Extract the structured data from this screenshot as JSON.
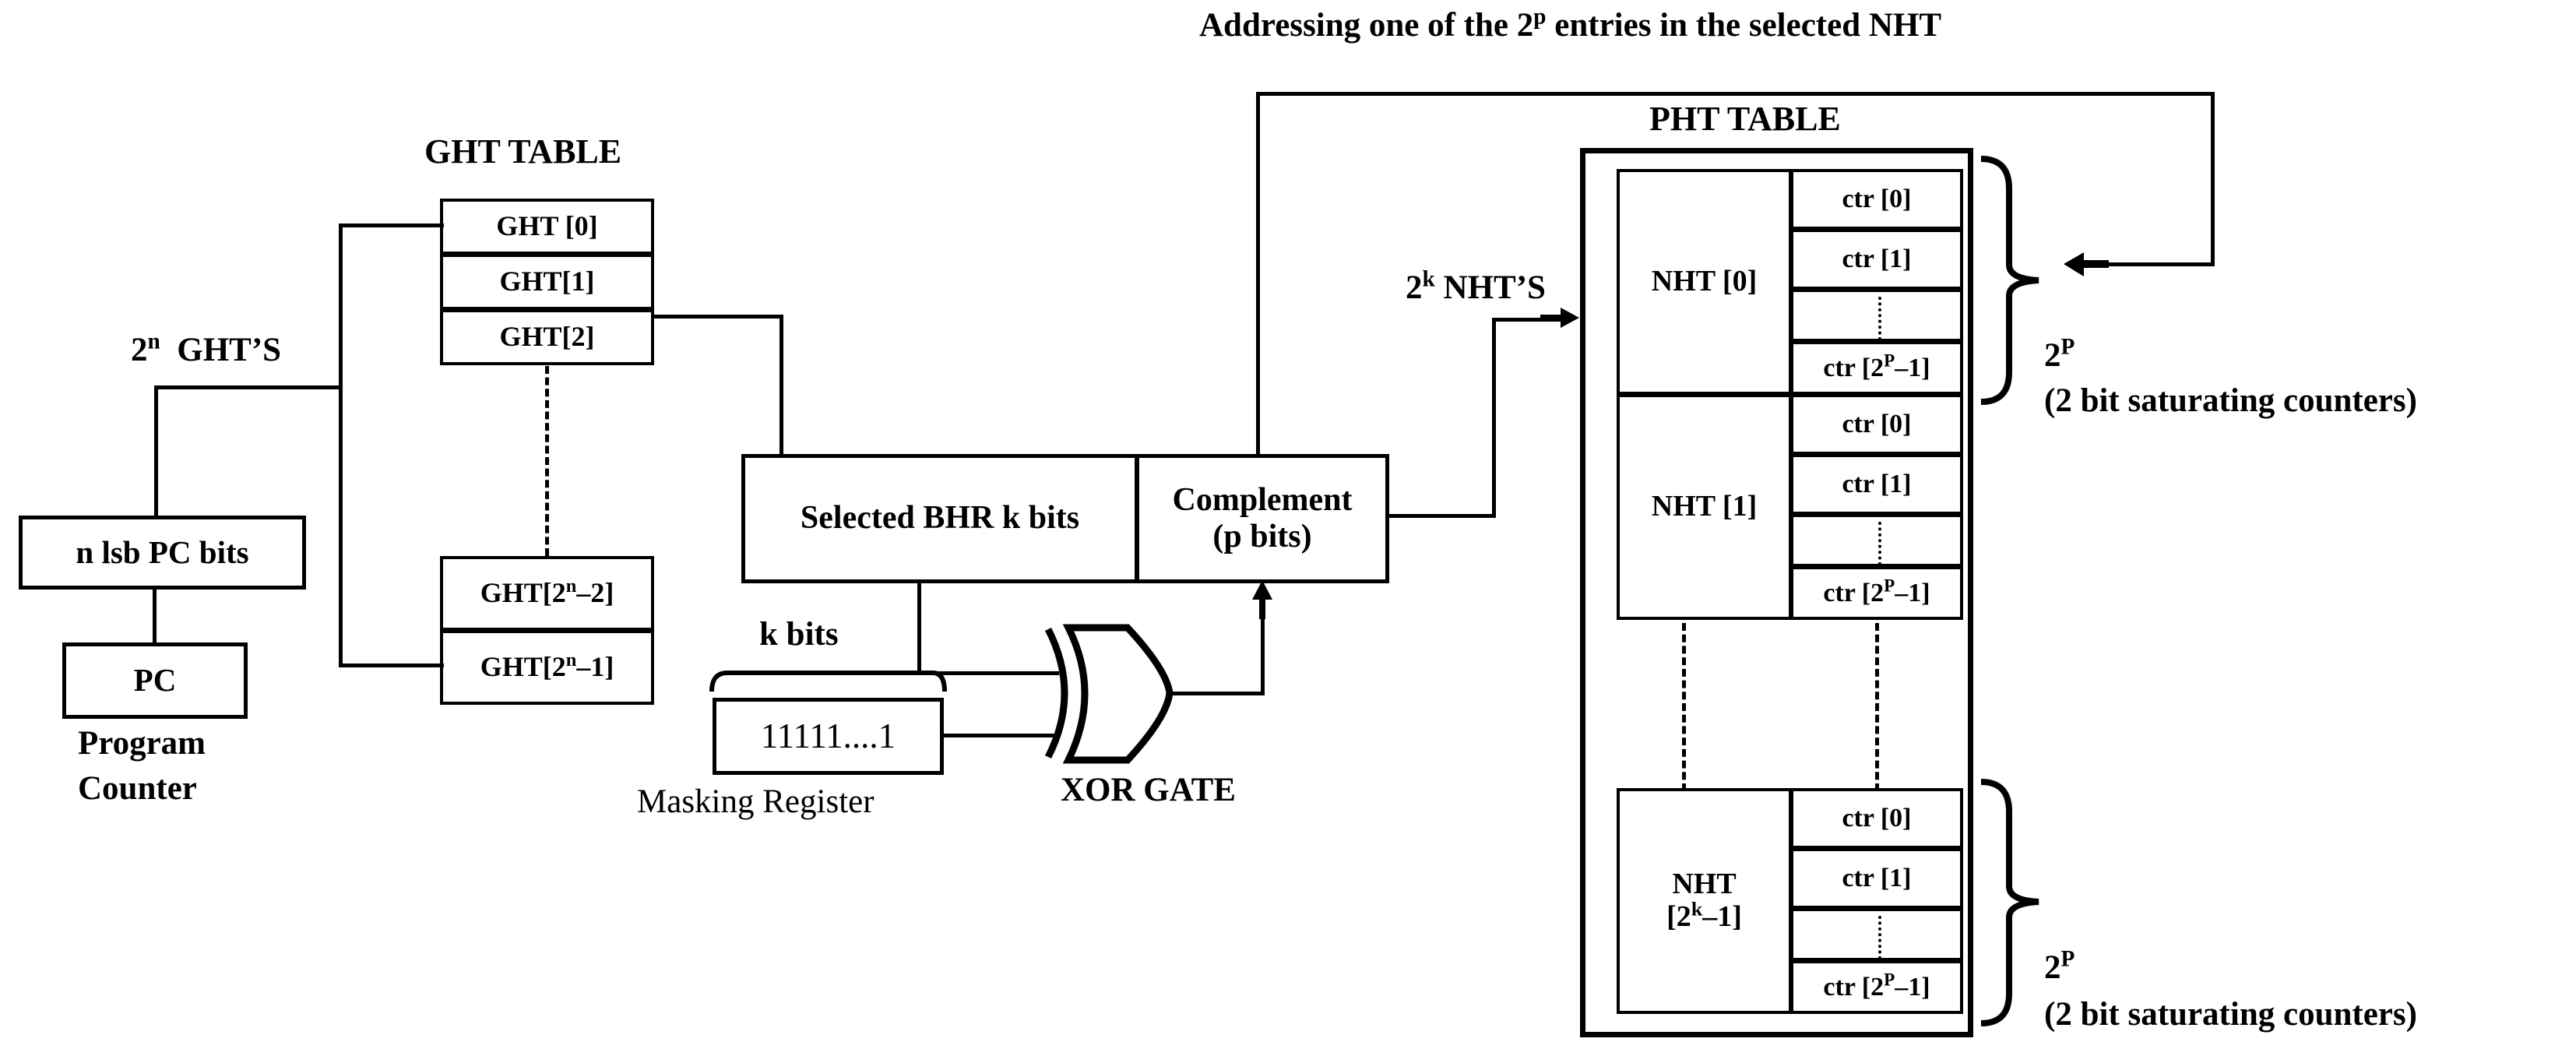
{
  "title_annotation": "Addressing one of the 2ᵖ entries in the selected NHT",
  "left": {
    "ght_table_title": "GHT TABLE",
    "ght_count_label": "2ⁿ  GHT’S",
    "ght_rows": [
      "GHT [0]",
      "GHT[1]",
      "GHT[2]",
      "GHT[2ⁿ–2]",
      "GHT[2ⁿ–1]"
    ],
    "pc_bits_box": "n lsb PC bits",
    "pc_box": "PC",
    "pc_caption_line1": "Program",
    "pc_caption_line2": "Counter"
  },
  "center": {
    "bhr_box": "Selected  BHR k bits",
    "complement_line1": "Complement",
    "complement_line2": "(p bits)",
    "k_bits_label": "k bits",
    "masking_register_value": "11111....1",
    "masking_register_caption": "Masking Register",
    "xor_gate_label": "XOR GATE"
  },
  "right": {
    "pht_table_title": "PHT TABLE",
    "nht_count_label": "2ᵏ NHT’S",
    "nht_groups": [
      {
        "name": "NHT [0]",
        "counters": [
          "ctr [0]",
          "ctr [1]",
          "",
          "ctr [2ᵖ–1]"
        ]
      },
      {
        "name": "NHT [1]",
        "counters": [
          "ctr [0]",
          "ctr [1]",
          "",
          "ctr [2ᵖ–1]"
        ]
      },
      {
        "name_line1": "NHT",
        "name_line2": "[2ᵏ–1]",
        "counters": [
          "ctr [0]",
          "ctr [1]",
          "",
          "ctr [2ᵖ–1]"
        ]
      }
    ],
    "brace_top_label_exp": "2ᵖ",
    "brace_top_label_note": "(2 bit saturating counters)",
    "brace_bottom_label_exp": "2ᵖ",
    "brace_bottom_label_note": "(2 bit saturating counters)"
  },
  "colors": {
    "ink": "#000000",
    "paper": "#ffffff"
  }
}
